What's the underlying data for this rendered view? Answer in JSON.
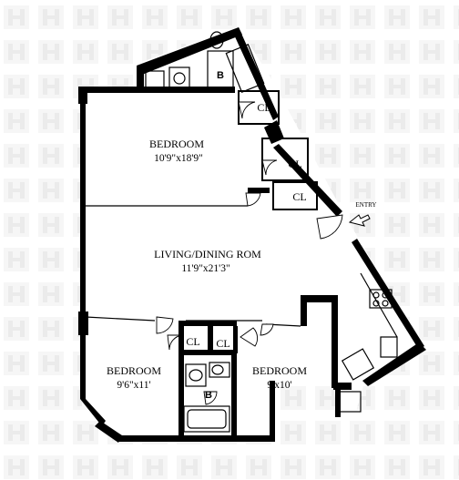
{
  "plan": {
    "rooms": {
      "bedroom_top": {
        "name": "BEDROOM",
        "dims": "10'9\"x18'9\""
      },
      "living": {
        "name": "LIVING/DINING ROM",
        "dims": "11'9\"x21'3\""
      },
      "bedroom_left": {
        "name": "BEDROOM",
        "dims": "9'6\"x11'"
      },
      "bedroom_right": {
        "name": "BEDROOM",
        "dims": "9'x10'"
      }
    },
    "closets": {
      "cl1": "CL",
      "cl2": "CL",
      "cl3": "CL",
      "cl4": "CL",
      "cl5": "CL"
    },
    "baths": {
      "top": "B",
      "bottom": "B"
    },
    "entry_label": "ENTRY"
  }
}
